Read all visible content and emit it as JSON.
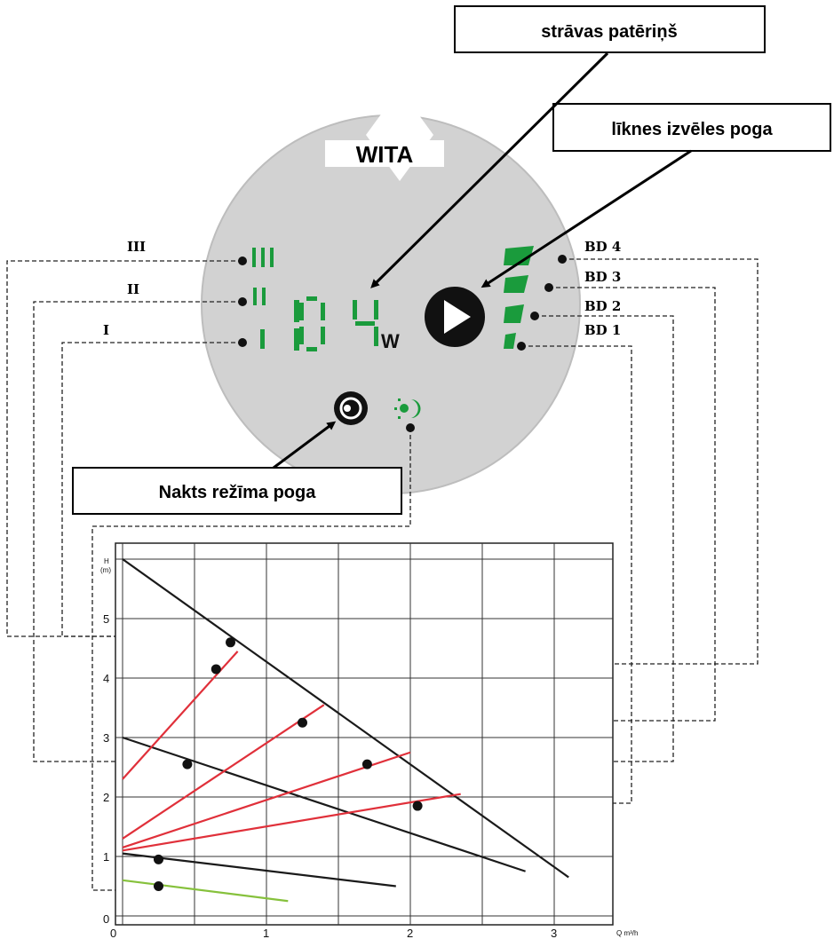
{
  "callouts": {
    "power_consumption": "strāvas patēriņš",
    "curve_select_button": "līknes izvēles poga",
    "night_mode_button": "Nakts režīma poga"
  },
  "device": {
    "logo": "WITA",
    "display_value": "104",
    "display_unit": "W",
    "accent_color": "#1a9b3c"
  },
  "speed_labels": [
    "III",
    "II",
    "I"
  ],
  "curve_labels": [
    "BD 4",
    "BD 3",
    "BD 2",
    "BD 1"
  ],
  "chart_data": {
    "type": "line",
    "ylabel": "H\n(m)",
    "xlabel": "Q m³/h",
    "xlim": [
      0,
      3.4
    ],
    "ylim": [
      0,
      6.2
    ],
    "xticks": [
      "0",
      "1",
      "2",
      "3"
    ],
    "yticks": [
      "0",
      "1",
      "2",
      "3",
      "4",
      "5"
    ],
    "grid": true,
    "series": [
      {
        "color": "#1a1a1a",
        "points": [
          [
            0,
            6.0
          ],
          [
            3.1,
            0.65
          ]
        ]
      },
      {
        "color": "#1a1a1a",
        "points": [
          [
            0,
            3.0
          ],
          [
            2.8,
            0.75
          ]
        ]
      },
      {
        "color": "#1a1a1a",
        "points": [
          [
            0,
            1.05
          ],
          [
            1.9,
            0.5
          ]
        ]
      },
      {
        "color": "#e0303a",
        "points": [
          [
            0,
            2.3
          ],
          [
            0.8,
            4.45
          ]
        ]
      },
      {
        "color": "#e0303a",
        "points": [
          [
            0,
            1.3
          ],
          [
            1.4,
            3.55
          ]
        ]
      },
      {
        "color": "#e0303a",
        "points": [
          [
            0,
            1.15
          ],
          [
            2.0,
            2.75
          ]
        ]
      },
      {
        "color": "#e0303a",
        "points": [
          [
            0,
            1.1
          ],
          [
            2.35,
            2.05
          ]
        ]
      },
      {
        "color": "#86c13c",
        "points": [
          [
            0,
            0.6
          ],
          [
            1.15,
            0.25
          ]
        ]
      }
    ],
    "points": [
      [
        0.75,
        4.6
      ],
      [
        0.65,
        4.15
      ],
      [
        1.25,
        3.25
      ],
      [
        0.45,
        2.55
      ],
      [
        1.7,
        2.55
      ],
      [
        2.05,
        1.85
      ],
      [
        0.25,
        0.95
      ],
      [
        0.25,
        0.5
      ]
    ]
  }
}
